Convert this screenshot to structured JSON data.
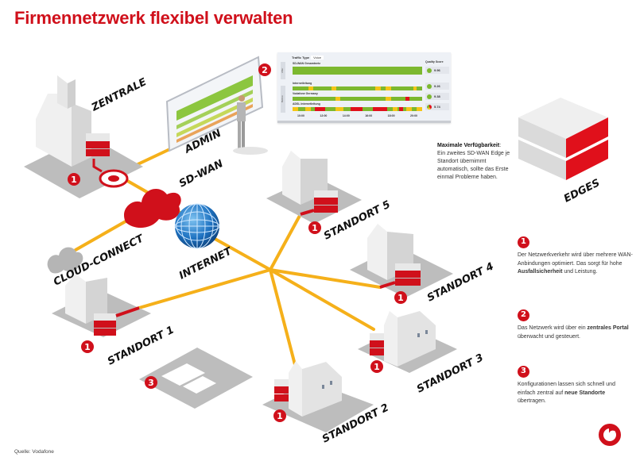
{
  "title": "Firmennetzwerk flexibel verwalten",
  "labels": {
    "zentrale": "ZENTRALE",
    "admin": "ADMIN",
    "sdwan": "SD-WAN",
    "cloud_connect": "CLOUD-CONNECT",
    "internet": "INTERNET",
    "standort1": "STANDORT 1",
    "standort2": "STANDORT 2",
    "standort3": "STANDORT 3",
    "standort4": "STANDORT 4",
    "standort5": "STANDORT 5",
    "edges": "EDGES"
  },
  "badges": {
    "one": "1",
    "two": "2",
    "three": "3"
  },
  "dashboard": {
    "traffic_type_label": "Traffic Type",
    "traffic_type_value": "Voice",
    "after_label": "After",
    "before_label": "Before",
    "quality_score_header": "Quality Score",
    "rows": [
      {
        "label": "SD-WAN Gesamtnetz",
        "score": "9.96"
      },
      {
        "label": "Internetleitung",
        "score": "9.26"
      },
      {
        "label": "Vodafone Germany",
        "score": "9.38"
      },
      {
        "label": "ADSL Internetleitung",
        "score": "5.74"
      }
    ],
    "time_ticks": [
      "10:00",
      "12:00",
      "14:00",
      "16:00",
      "18:00",
      "20:00"
    ],
    "colors": {
      "good": "#7cb82f",
      "warn": "#f5c518",
      "bad": "#e0101b"
    }
  },
  "availability": {
    "heading": "Maximale Verfügbarkeit",
    "text": "Ein zweites SD-WAN Edge je Standort übernimmt automatisch, sollte das Erste einmal Probleme haben."
  },
  "legend": [
    {
      "number": "1",
      "text_before": "Der Netzwerkverkehr wird über mehrere WAN-Anbindungen optimiert. Das sorgt für hohe ",
      "bold": "Ausfallsicherheit",
      "text_after": " und Leistung."
    },
    {
      "number": "2",
      "text_before": "Das Netzwerk wird über ein ",
      "bold": "zentrales Portal",
      "text_after": " überwacht und gesteuert."
    },
    {
      "number": "3",
      "text_before": "Konfigurationen lassen sich schnell und einfach zentral auf ",
      "bold": "neue Standorte",
      "text_after": " übertragen."
    }
  ],
  "source": "Quelle: Vodafone",
  "brand_color": "#d0101b",
  "link_color": "#f5b01a"
}
